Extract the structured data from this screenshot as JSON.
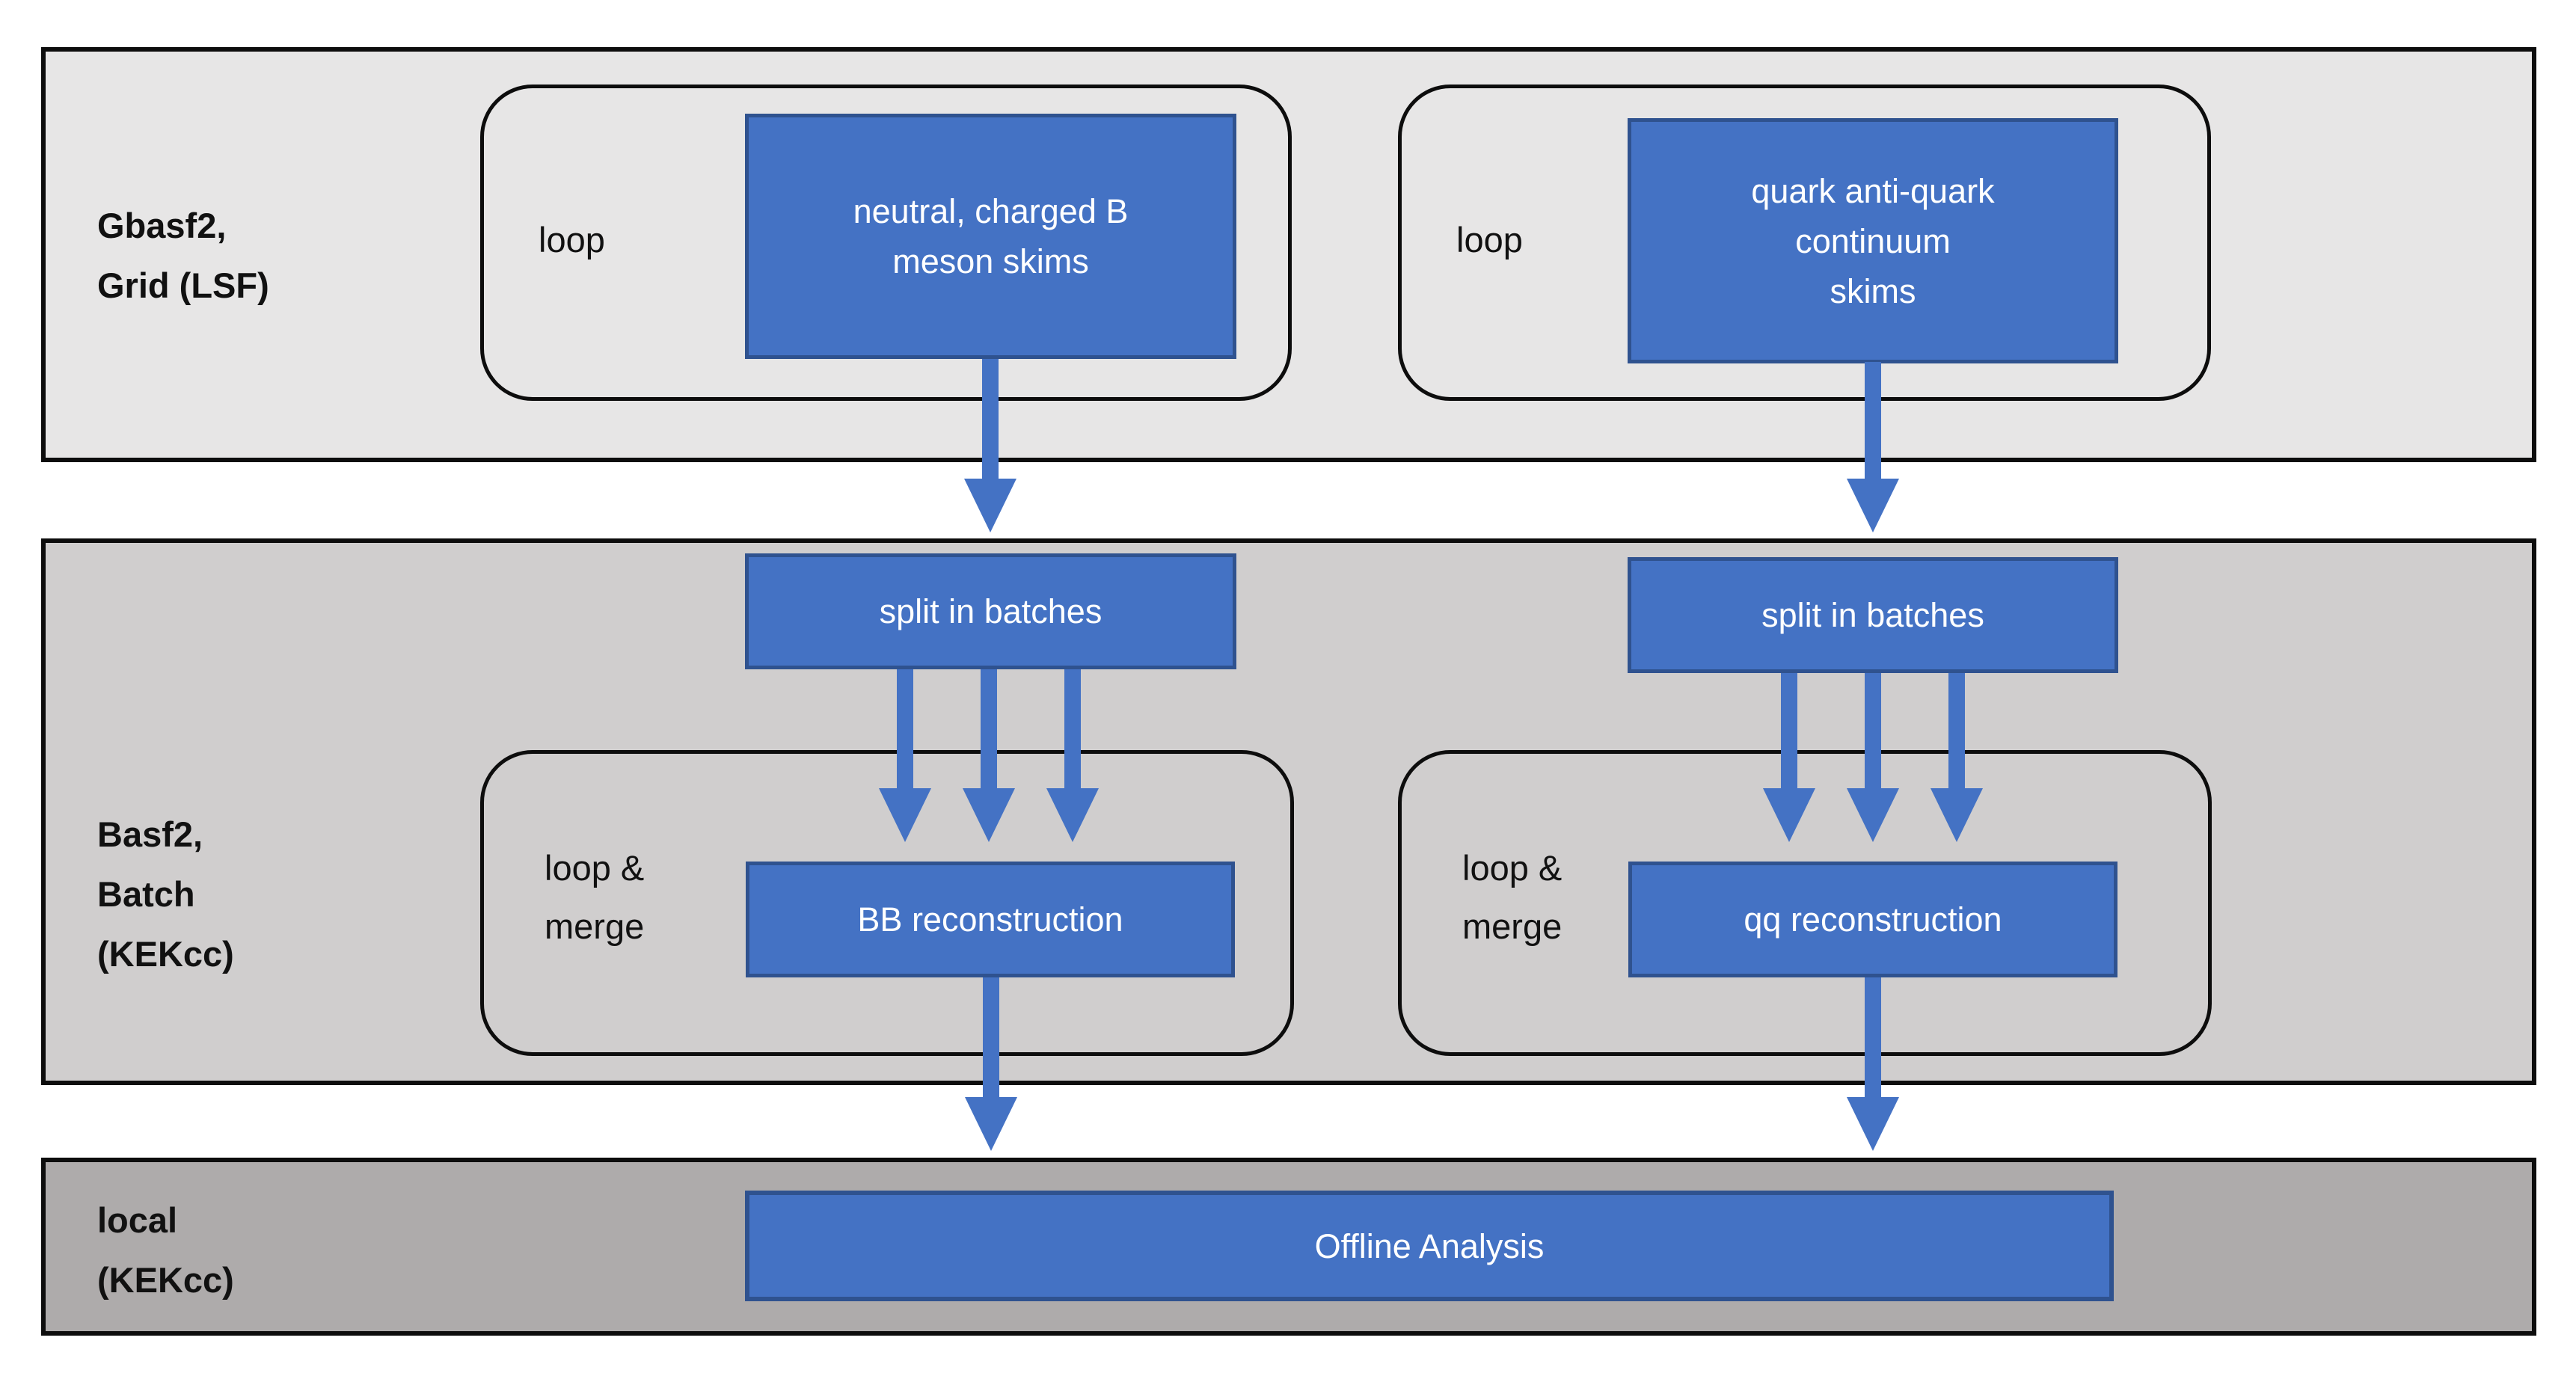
{
  "bands": [
    {
      "label": "Gbasf2,\nGrid (LSF)"
    },
    {
      "label": "Basf2,\nBatch\n(KEKcc)"
    },
    {
      "label": "local\n(KEKcc)"
    }
  ],
  "top_row": {
    "left_loop_label": "loop",
    "left_box": "neutral, charged B\nmeson skims",
    "right_loop_label": "loop",
    "right_box": "quark anti-quark\ncontinuum\nskims"
  },
  "middle_row": {
    "left_split_box": "split in batches",
    "right_split_box": "split in batches",
    "left_loop_label": "loop &\nmerge",
    "left_box": "BB reconstruction",
    "right_loop_label": "loop &\nmerge",
    "right_box": "qq reconstruction"
  },
  "bottom_row": {
    "box": "Offline Analysis"
  },
  "colors": {
    "band_top_fill": "#e7e6e6",
    "band_middle_fill": "#d0cece",
    "band_bottom_fill": "#aeabab",
    "node_fill": "#4472c4",
    "node_border": "#2f528f",
    "arrow_blue": "#4472c4",
    "outline_black": "#0d0d0d",
    "text_dark": "#111111",
    "text_light": "#ffffff"
  }
}
